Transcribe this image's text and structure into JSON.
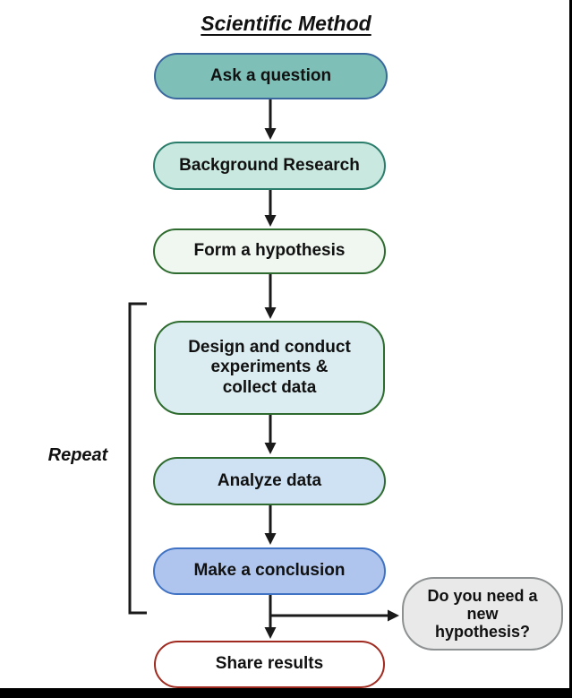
{
  "title": "Scientific Method",
  "repeat_label": "Repeat",
  "arrow_color": "#1a1a1a",
  "nodes": [
    {
      "id": "ask-question",
      "label": "Ask a question",
      "fill": "#7EC0B7",
      "border": "#3A689E"
    },
    {
      "id": "background-research",
      "label": "Background Research",
      "fill": "#C9E8DF",
      "border": "#2B7D6B"
    },
    {
      "id": "form-hypothesis",
      "label": "Form a hypothesis",
      "fill": "#EFF7F0",
      "border": "#2E6B2E"
    },
    {
      "id": "design-experiments",
      "label": "Design and conduct\nexperiments &\ncollect data",
      "fill": "#DBEDF1",
      "border": "#2E6B2E"
    },
    {
      "id": "analyze-data",
      "label": "Analyze data",
      "fill": "#CFE2F3",
      "border": "#2E6B2E"
    },
    {
      "id": "make-conclusion",
      "label": "Make a conclusion",
      "fill": "#AFC5EE",
      "border": "#4173C4"
    },
    {
      "id": "share-results",
      "label": "Share results",
      "fill": "#FFFFFF",
      "border": "#A02A1F"
    }
  ],
  "decision": {
    "label": "Do you need a\nnew\nhypothesis?",
    "fill": "#E9E9E9",
    "border": "#8D9192"
  }
}
